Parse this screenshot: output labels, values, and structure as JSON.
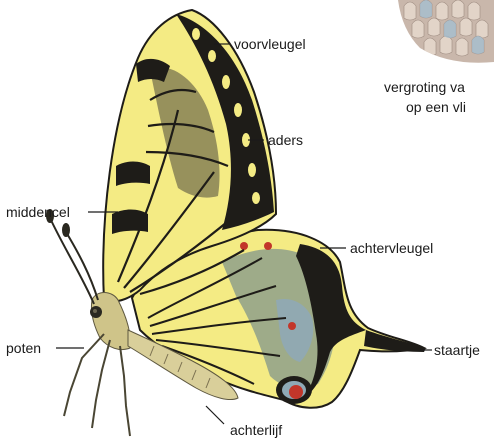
{
  "labels": {
    "forewing": "voorvleugel",
    "veins": "aders",
    "middle_cell": "middencel",
    "hindwing": "achtervleugel",
    "legs": "poten",
    "tail": "staartje",
    "abdomen": "achterlijf"
  },
  "inset": {
    "caption_line1": "vergroting va",
    "caption_line2": "op een vli"
  },
  "colors": {
    "wing_yellow": "#f4eb84",
    "wing_black": "#1e1c18",
    "blue_band": "#8fa9b6",
    "eyespot_red": "#c2362a",
    "body": "#d9cf9a"
  }
}
